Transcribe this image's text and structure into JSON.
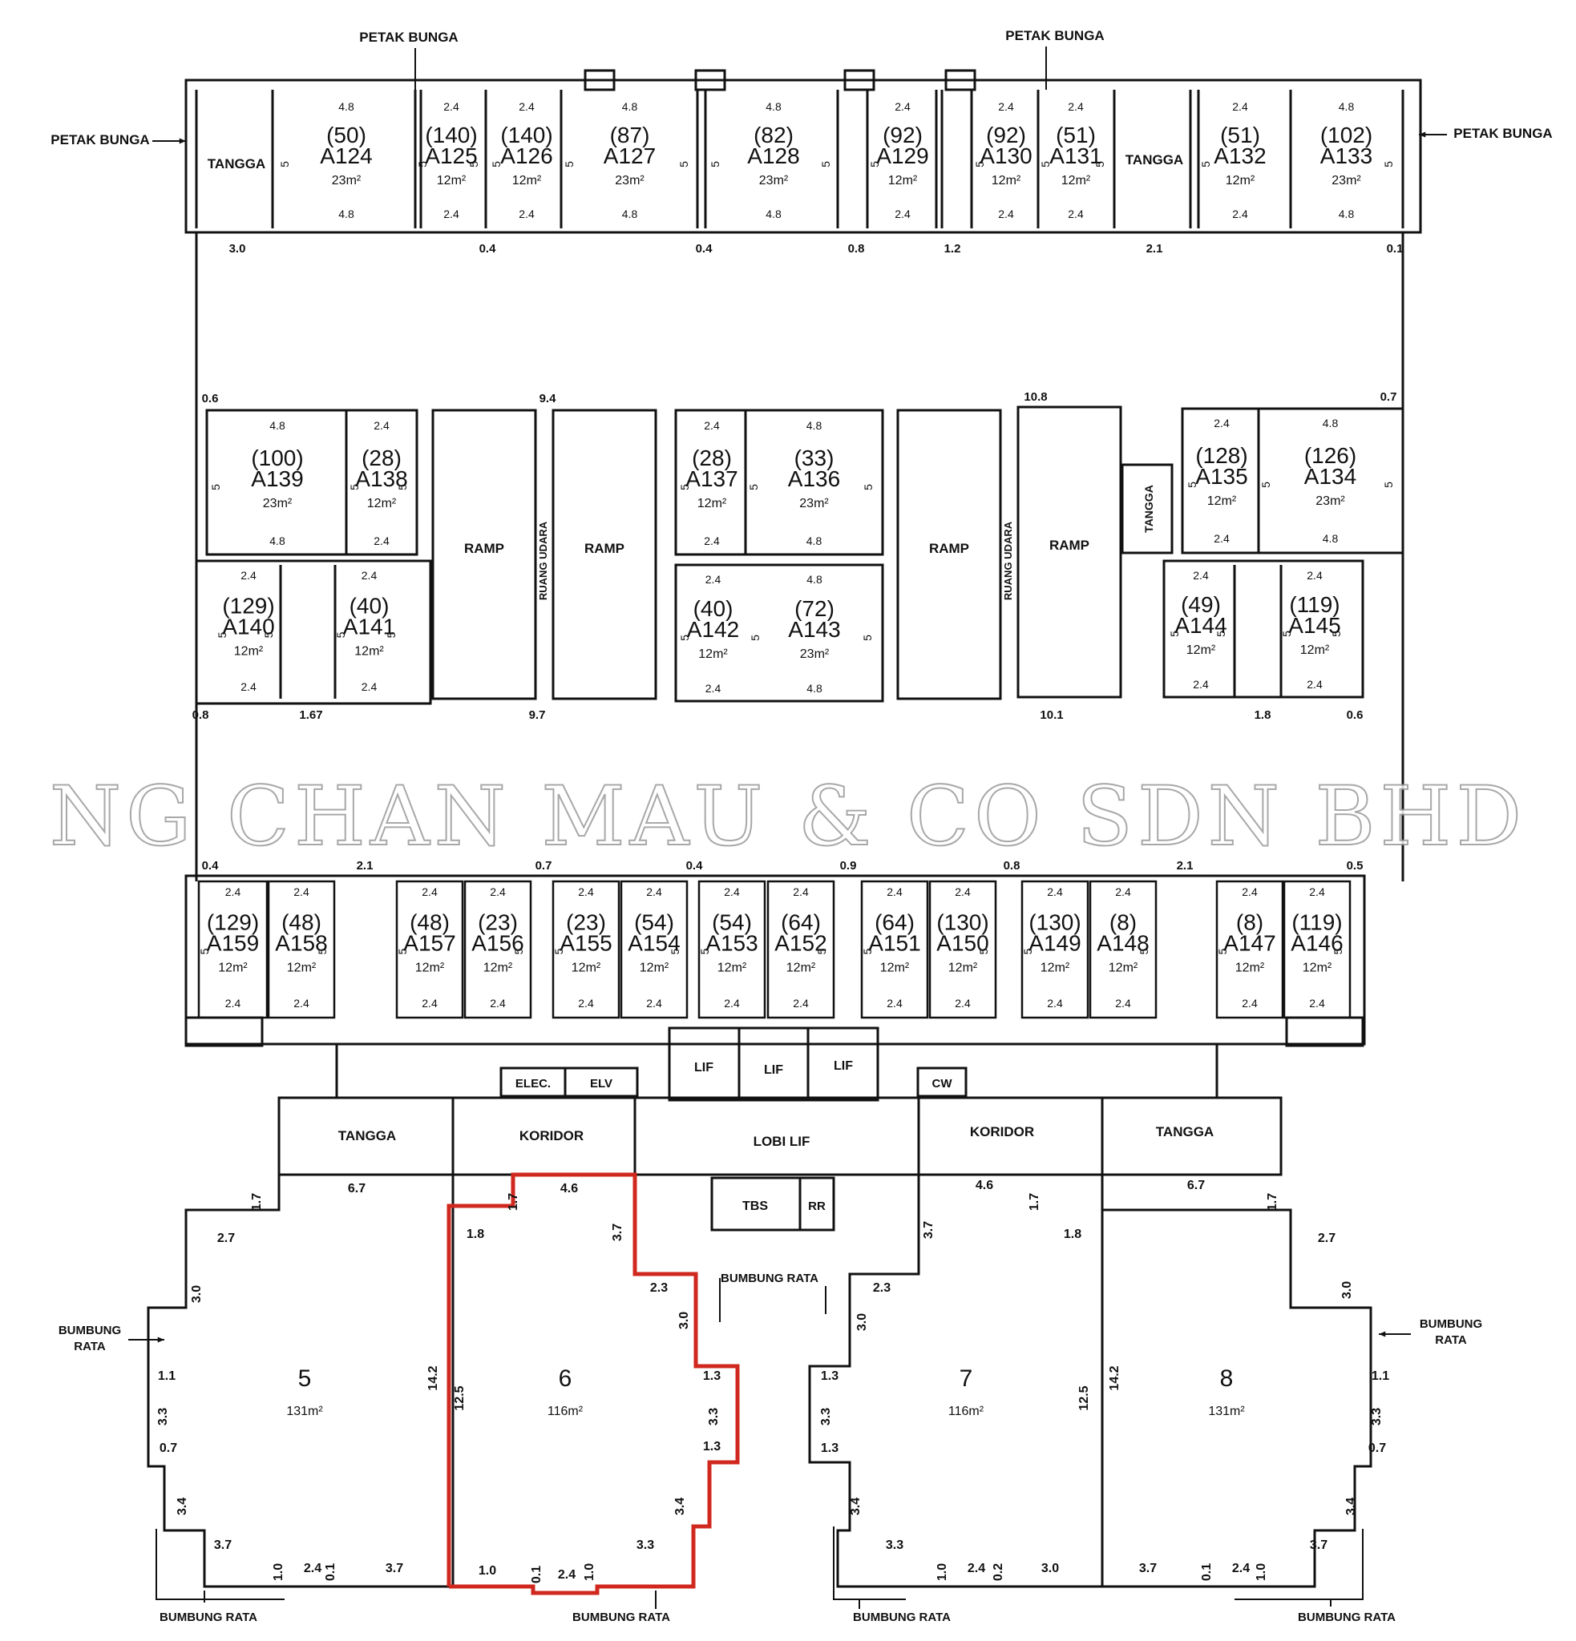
{
  "labels": {
    "petak_bunga": "PETAK BUNGA",
    "tangga": "TANGGA",
    "ramp": "RAMP",
    "ruang_udara": "RUANG UDARA",
    "lif": "LIF",
    "lobi_lif": "LOBI LIF",
    "koridor": "KORIDOR",
    "elec": "ELEC.",
    "elv": "ELV",
    "cw": "CW",
    "tbs": "TBS",
    "rr": "RR",
    "bumbung_rata": "BUMBUNG RATA",
    "bumbung": "BUMBUNG",
    "rata": "RATA"
  },
  "watermark": "NG CHAN MAU & CO SDN BHD",
  "accent_color": "#d0281e",
  "parking_lots": [
    {
      "id": "A124",
      "ref": "(50)",
      "area": "23m²",
      "w": "4.8",
      "d": "4.8"
    },
    {
      "id": "A125",
      "ref": "(140)",
      "area": "12m²",
      "w": "2.4",
      "d": "2.4"
    },
    {
      "id": "A126",
      "ref": "(140)",
      "area": "12m²",
      "w": "2.4",
      "d": "2.4"
    },
    {
      "id": "A127",
      "ref": "(87)",
      "area": "23m²",
      "w": "4.8",
      "d": "4.8"
    },
    {
      "id": "A128",
      "ref": "(82)",
      "area": "23m²",
      "w": "4.8",
      "d": "4.8"
    },
    {
      "id": "A129",
      "ref": "(92)",
      "area": "12m²",
      "w": "2.4",
      "d": "2.4"
    },
    {
      "id": "A130",
      "ref": "(92)",
      "area": "12m²",
      "w": "2.4",
      "d": "2.4"
    },
    {
      "id": "A131",
      "ref": "(51)",
      "area": "12m²",
      "w": "2.4",
      "d": "2.4"
    },
    {
      "id": "A132",
      "ref": "(51)",
      "area": "12m²",
      "w": "2.4",
      "d": "2.4"
    },
    {
      "id": "A133",
      "ref": "(102)",
      "area": "23m²",
      "w": "4.8",
      "d": "4.8"
    },
    {
      "id": "A139",
      "ref": "(100)",
      "area": "23m²",
      "w": "4.8",
      "d": "4.8"
    },
    {
      "id": "A138",
      "ref": "(28)",
      "area": "12m²",
      "w": "2.4",
      "d": "2.4"
    },
    {
      "id": "A137",
      "ref": "(28)",
      "area": "12m²",
      "w": "2.4",
      "d": "2.4"
    },
    {
      "id": "A136",
      "ref": "(33)",
      "area": "23m²",
      "w": "4.8",
      "d": "4.8"
    },
    {
      "id": "A135",
      "ref": "(128)",
      "area": "12m²",
      "w": "2.4",
      "d": "2.4"
    },
    {
      "id": "A134",
      "ref": "(126)",
      "area": "23m²",
      "w": "4.8",
      "d": "4.8"
    },
    {
      "id": "A140",
      "ref": "(129)",
      "area": "12m²",
      "w": "2.4",
      "d": "2.4"
    },
    {
      "id": "A141",
      "ref": "(40)",
      "area": "12m²",
      "w": "2.4",
      "d": "2.4"
    },
    {
      "id": "A142",
      "ref": "(40)",
      "area": "12m²",
      "w": "2.4",
      "d": "2.4"
    },
    {
      "id": "A143",
      "ref": "(72)",
      "area": "23m²",
      "w": "4.8",
      "d": "4.8"
    },
    {
      "id": "A144",
      "ref": "(49)",
      "area": "12m²",
      "w": "2.4",
      "d": "2.4"
    },
    {
      "id": "A145",
      "ref": "(119)",
      "area": "12m²",
      "w": "2.4",
      "d": "2.4"
    },
    {
      "id": "A159",
      "ref": "(129)",
      "area": "12m²",
      "w": "2.4",
      "d": "2.4"
    },
    {
      "id": "A158",
      "ref": "(48)",
      "area": "12m²",
      "w": "2.4",
      "d": "2.4"
    },
    {
      "id": "A157",
      "ref": "(48)",
      "area": "12m²",
      "w": "2.4",
      "d": "2.4"
    },
    {
      "id": "A156",
      "ref": "(23)",
      "area": "12m²",
      "w": "2.4",
      "d": "2.4"
    },
    {
      "id": "A155",
      "ref": "(23)",
      "area": "12m²",
      "w": "2.4",
      "d": "2.4"
    },
    {
      "id": "A154",
      "ref": "(54)",
      "area": "12m²",
      "w": "2.4",
      "d": "2.4"
    },
    {
      "id": "A153",
      "ref": "(54)",
      "area": "12m²",
      "w": "2.4",
      "d": "2.4"
    },
    {
      "id": "A152",
      "ref": "(64)",
      "area": "12m²",
      "w": "2.4",
      "d": "2.4"
    },
    {
      "id": "A151",
      "ref": "(64)",
      "area": "12m²",
      "w": "2.4",
      "d": "2.4"
    },
    {
      "id": "A150",
      "ref": "(130)",
      "area": "12m²",
      "w": "2.4",
      "d": "2.4"
    },
    {
      "id": "A149",
      "ref": "(130)",
      "area": "12m²",
      "w": "2.4",
      "d": "2.4"
    },
    {
      "id": "A148",
      "ref": "(8)",
      "area": "12m²",
      "w": "2.4",
      "d": "2.4"
    },
    {
      "id": "A147",
      "ref": "(8)",
      "area": "12m²",
      "w": "2.4",
      "d": "2.4"
    },
    {
      "id": "A146",
      "ref": "(119)",
      "area": "12m²",
      "w": "2.4",
      "d": "2.4"
    }
  ],
  "lot_depth": "5",
  "units": [
    {
      "no": "5",
      "area": "131m²"
    },
    {
      "no": "6",
      "area": "116m²"
    },
    {
      "no": "7",
      "area": "116m²"
    },
    {
      "no": "8",
      "area": "131m²"
    }
  ],
  "dims": {
    "top_row": [
      "3.0",
      "0.4",
      "0.4",
      "0.8",
      "1.2",
      "2.1",
      "0.1"
    ],
    "mid_top": [
      "0.6",
      "9.4",
      "10.8",
      "0.7"
    ],
    "mid_bottom": [
      "0.8",
      "1.67",
      "9.7",
      "10.1",
      "1.8",
      "0.6"
    ],
    "lower_top": [
      "0.4",
      "2.1",
      "0.7",
      "0.4",
      "0.9",
      "0.8",
      "2.1",
      "0.5"
    ],
    "unit5": [
      "6.7",
      "1.7",
      "2.7",
      "3.0",
      "1.1",
      "3.3",
      "0.7",
      "3.4",
      "3.7",
      "1.0",
      "2.4",
      "0.1",
      "3.7",
      "14.2"
    ],
    "unit6": [
      "4.6",
      "1.7",
      "1.8",
      "3.7",
      "2.3",
      "3.0",
      "1.3",
      "3.3",
      "1.3",
      "12.5",
      "3.4",
      "3.3",
      "1.0",
      "0.1",
      "2.4",
      "1.0"
    ],
    "unit7": [
      "4.6",
      "1.7",
      "3.7",
      "1.8",
      "2.3",
      "3.0",
      "1.3",
      "3.3",
      "1.3",
      "12.5",
      "3.4",
      "3.3",
      "1.0",
      "2.4",
      "0.2",
      "3.0"
    ],
    "unit8": [
      "6.7",
      "1.7",
      "2.7",
      "3.0",
      "1.1",
      "3.3",
      "0.7",
      "3.4",
      "3.7",
      "3.7",
      "0.1",
      "2.4",
      "1.0",
      "14.2"
    ]
  }
}
